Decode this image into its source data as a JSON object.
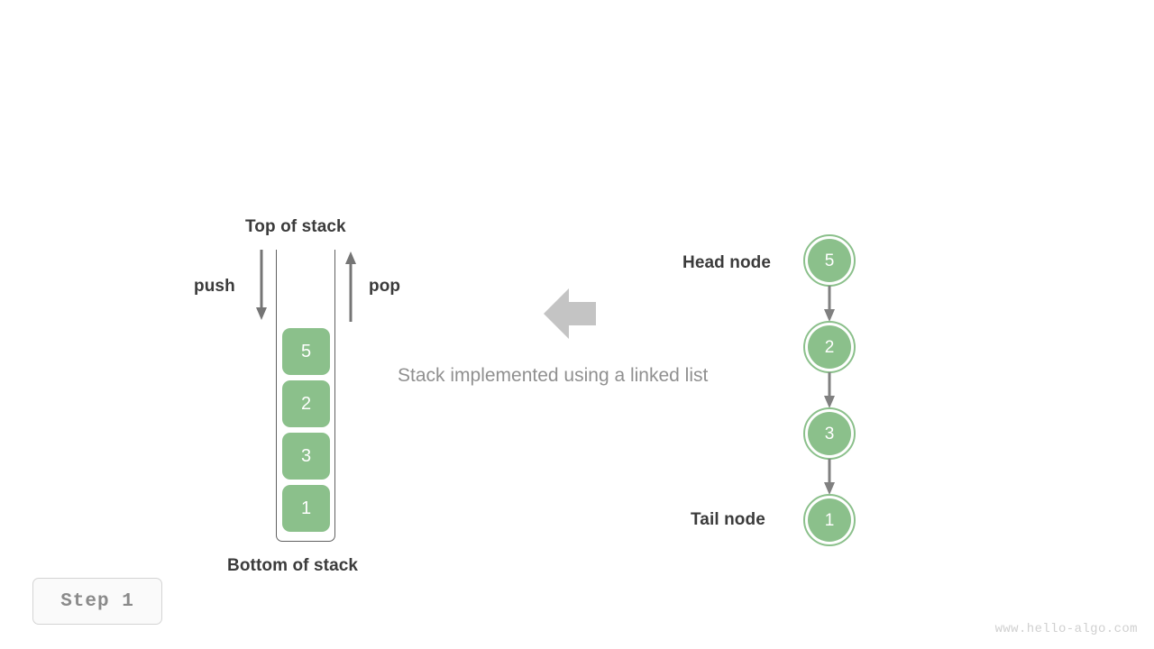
{
  "page": {
    "background_color": "#ffffff",
    "watermark": "www.hello-algo.com"
  },
  "step_badge": {
    "label": "Step 1"
  },
  "stack_panel": {
    "top_label": "Top of stack",
    "bottom_label": "Bottom of stack",
    "push_label": "push",
    "pop_label": "pop",
    "push_arrow_icon": "arrow-down-icon",
    "pop_arrow_icon": "arrow-up-icon",
    "item_color": "#8bc08b",
    "item_text_color": "#ffffff",
    "container_border_color": "#606060",
    "items": [
      {
        "value": "5"
      },
      {
        "value": "2"
      },
      {
        "value": "3"
      },
      {
        "value": "1"
      }
    ]
  },
  "center": {
    "arrow_icon": "arrow-left-block-icon",
    "arrow_color": "#c4c4c4",
    "caption": "Stack implemented using a linked list",
    "caption_color": "#909090"
  },
  "linked_list_panel": {
    "head_label": "Head node",
    "tail_label": "Tail node",
    "node_color": "#8bc08b",
    "node_ring_color": "#8bc08b",
    "link_color": "#808080",
    "link_icon": "arrow-down-icon",
    "nodes": [
      {
        "value": "5",
        "role": "head"
      },
      {
        "value": "2",
        "role": "middle"
      },
      {
        "value": "3",
        "role": "middle"
      },
      {
        "value": "1",
        "role": "tail"
      }
    ]
  }
}
